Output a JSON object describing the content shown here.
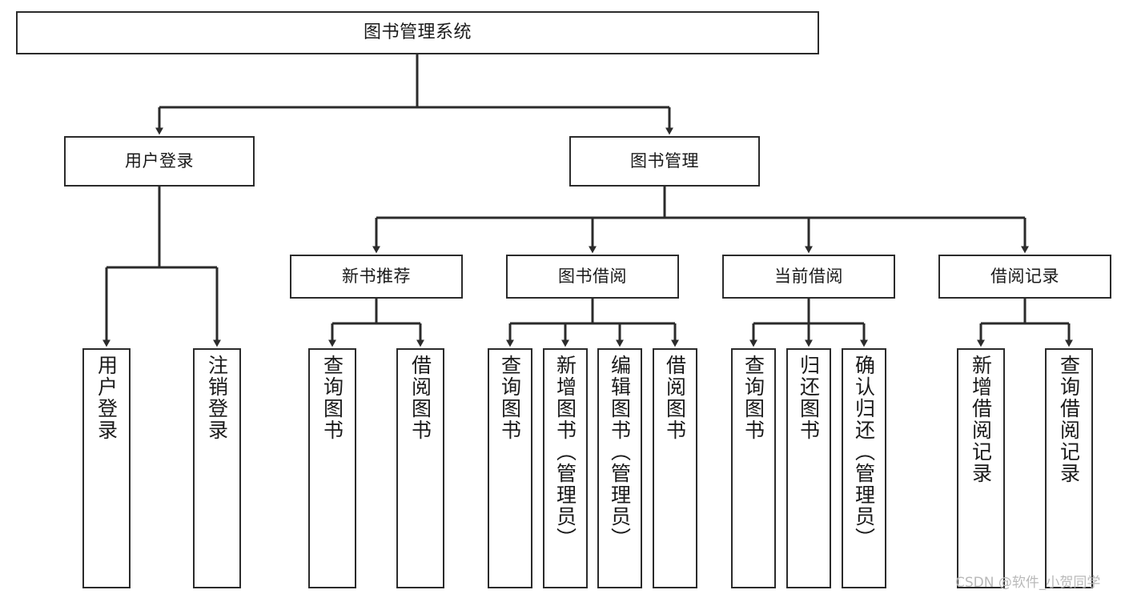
{
  "diagram": {
    "type": "tree",
    "title": "图书管理系统",
    "orientation": "top-down",
    "colors": {
      "box_border": "#2b2b2b",
      "box_fill": "#ffffff",
      "connector": "#2b2b2b",
      "watermark": "#b9b9b9",
      "background": "#ffffff"
    }
  },
  "root": {
    "label": "图书管理系统"
  },
  "level2": [
    {
      "label": "用户登录"
    },
    {
      "label": "图书管理"
    }
  ],
  "level3": [
    {
      "label": "新书推荐"
    },
    {
      "label": "图书借阅"
    },
    {
      "label": "当前借阅"
    },
    {
      "label": "借阅记录"
    }
  ],
  "leaves": {
    "user_login": [
      {
        "label": "用户登录"
      },
      {
        "label": "注销登录"
      }
    ],
    "new_book": [
      {
        "label": "查询图书"
      },
      {
        "label": "借阅图书"
      }
    ],
    "book_borrow": [
      {
        "label": "查询图书"
      },
      {
        "label": "新增图书（管理员）"
      },
      {
        "label": "编辑图书（管理员）"
      },
      {
        "label": "借阅图书"
      }
    ],
    "current_borrow": [
      {
        "label": "查询图书"
      },
      {
        "label": "归还图书"
      },
      {
        "label": "确认归还（管理员）"
      }
    ],
    "borrow_record": [
      {
        "label": "新增借阅记录"
      },
      {
        "label": "查询借阅记录"
      }
    ]
  },
  "watermark": {
    "text": "CSDN @软件_小贺同学"
  }
}
